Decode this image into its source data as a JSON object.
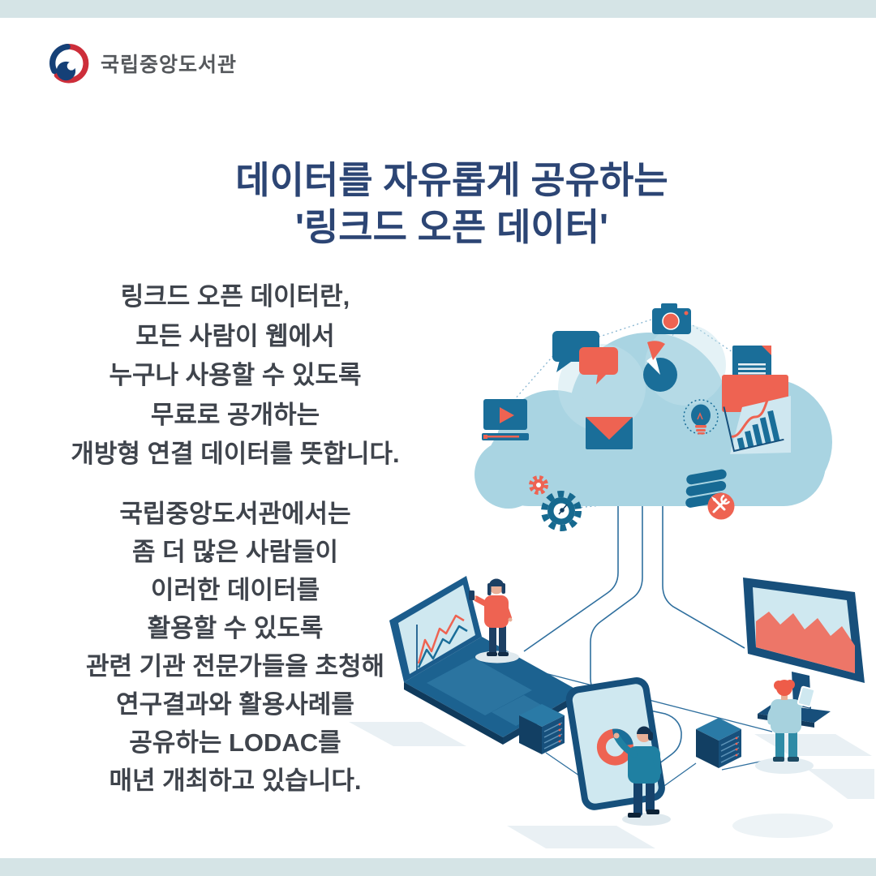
{
  "frame": {
    "band_color": "#d5e4e6",
    "background": "#ffffff"
  },
  "logo": {
    "org_name": "국립중앙도서관",
    "emblem_colors": {
      "blue": "#154077",
      "red": "#cd2e3a"
    },
    "text_color": "#55585c"
  },
  "title": {
    "lines": [
      "데이터를 자유롭게 공유하는",
      "'링크드 오픈 데이터'"
    ],
    "color": "#2c4574"
  },
  "content": {
    "text_color": "#3f444c",
    "paragraphs": [
      {
        "lines": [
          "링크드 오픈 데이터란,",
          "모든 사람이 웹에서",
          "누구나 사용할 수 있도록",
          "무료로 공개하는",
          "개방형 연결 데이터를 뜻합니다."
        ]
      },
      {
        "lines": [
          "국립중앙도서관에서는",
          "좀 더 많은 사람들이",
          "이러한 데이터를",
          "활용할 수 있도록",
          "관련 기관 전문가들을 초청해",
          "연구결과와 활용사례를",
          "공유하는 LODAC를",
          "매년 개최하고 있습니다."
        ]
      }
    ]
  },
  "illustration": {
    "icons": [
      "camera-icon",
      "chat-bubbles-icon",
      "video-player-icon",
      "folder-document-icon",
      "pie-chart-icon",
      "mail-icon",
      "lightbulb-icon",
      "bar-chart-icon",
      "gears-icon",
      "database-tools-icon"
    ],
    "colors": {
      "cloud": "#a9d4e2",
      "blue": "#1a6e99",
      "navy": "#174f7b",
      "red": "#ee6352",
      "screen": "#cfe8f0",
      "connector": "#2f6f9e"
    }
  }
}
